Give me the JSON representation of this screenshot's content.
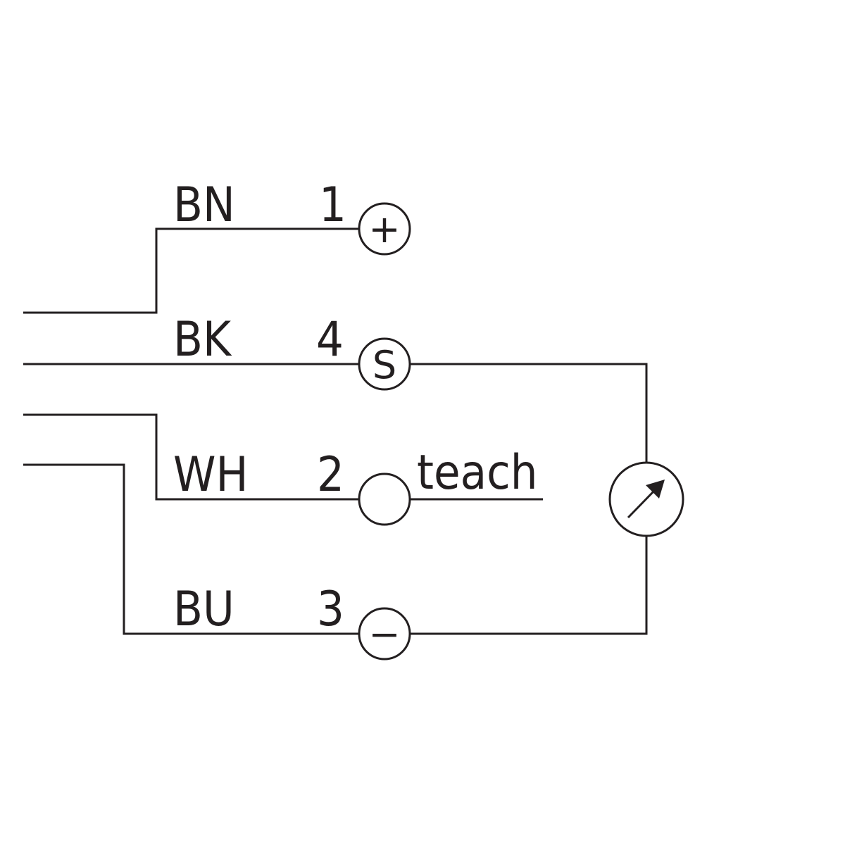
{
  "colors": {
    "line": "#231f20",
    "background": "#ffffff"
  },
  "wires": [
    {
      "color_code": "BN",
      "pin": "1",
      "terminal_symbol": "+"
    },
    {
      "color_code": "BK",
      "pin": "4",
      "terminal_symbol": "S"
    },
    {
      "color_code": "WH",
      "pin": "2",
      "terminal_symbol": ""
    },
    {
      "color_code": "BU",
      "pin": "3",
      "terminal_symbol": "−"
    }
  ],
  "teach_label": "teach",
  "meter_icon": "meter-arrow-icon"
}
